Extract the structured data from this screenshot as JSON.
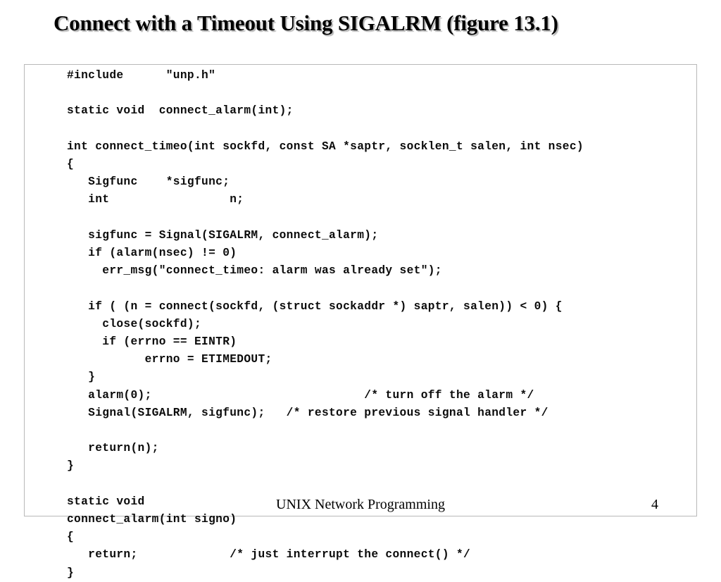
{
  "slide": {
    "title": "Connect with a Timeout Using SIGALRM (figure 13.1)",
    "background_color": "#ffffff",
    "text_color": "#000000",
    "title_shadow_color": "#787878"
  },
  "code_frame": {
    "border_color": "#b9b9b9",
    "background_color": "#ffffff",
    "language": "c",
    "lines": [
      "#include      \"unp.h\"",
      "",
      "static void  connect_alarm(int);",
      "",
      "int connect_timeo(int sockfd, const SA *saptr, socklen_t salen, int nsec)",
      "{",
      "   Sigfunc    *sigfunc;",
      "   int                 n;",
      "",
      "   sigfunc = Signal(SIGALRM, connect_alarm);",
      "   if (alarm(nsec) != 0)",
      "     err_msg(\"connect_timeo: alarm was already set\");",
      "",
      "   if ( (n = connect(sockfd, (struct sockaddr *) saptr, salen)) < 0) {",
      "     close(sockfd);",
      "     if (errno == EINTR)",
      "           errno = ETIMEDOUT;",
      "   }",
      "   alarm(0);                              /* turn off the alarm */",
      "   Signal(SIGALRM, sigfunc);   /* restore previous signal handler */",
      "",
      "   return(n);",
      "}",
      "",
      "static void",
      "connect_alarm(int signo)",
      "{",
      "   return;             /* just interrupt the connect() */",
      "}"
    ]
  },
  "footer": {
    "center_text": "UNIX Network Programming",
    "page_number": "4"
  }
}
